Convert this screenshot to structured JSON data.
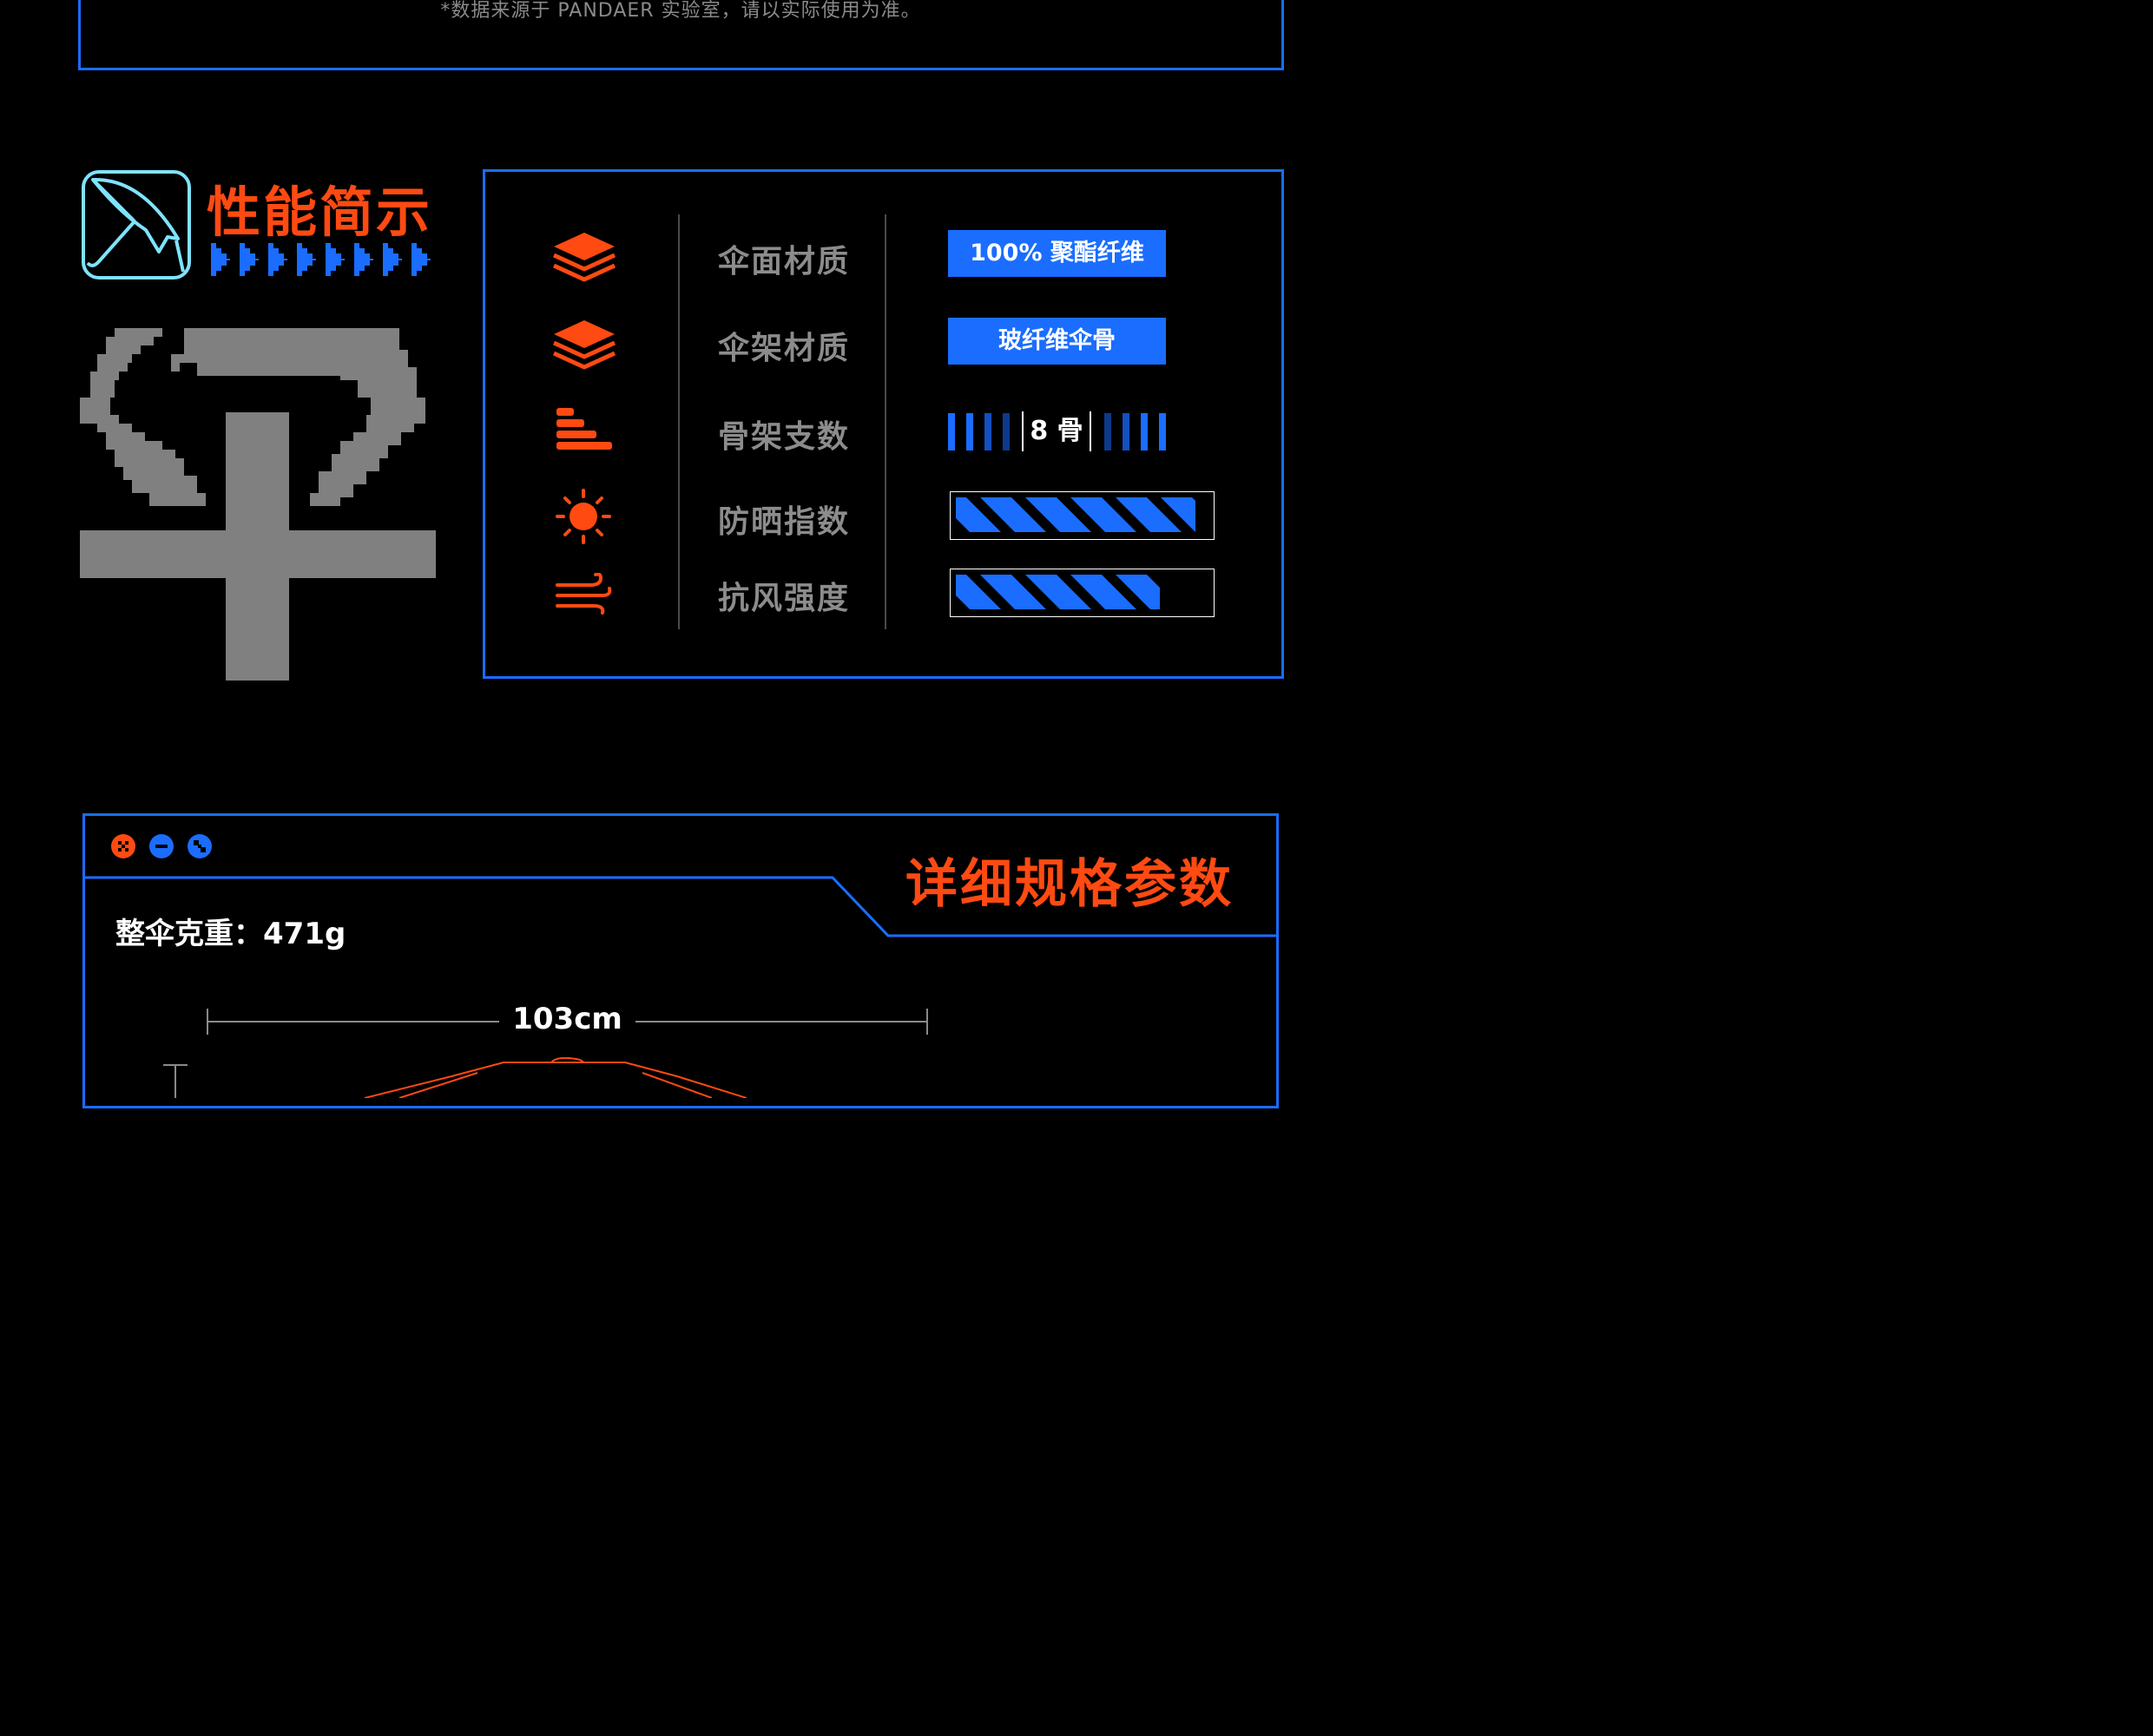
{
  "top_note": "*数据来源于 PANDAER 实验室，请以实际使用为准。",
  "performance": {
    "title": "性能简示",
    "rows": [
      {
        "label": "伞面材质",
        "value": "100% 聚酯纤维",
        "icon": "layers-icon"
      },
      {
        "label": "伞架材质",
        "value": "玻纤维伞骨",
        "icon": "layers-icon"
      },
      {
        "label": "骨架支数",
        "value": "8 骨",
        "icon": "bars-icon"
      },
      {
        "label": "防晒指数",
        "level": 1.0,
        "icon": "sun-icon"
      },
      {
        "label": "抗风强度",
        "level": 0.85,
        "icon": "wind-icon"
      }
    ]
  },
  "specs": {
    "title": "详细规格参数",
    "weight": "整伞克重：471g",
    "width": "103cm"
  },
  "colors": {
    "accent": "#ff4a12",
    "blue": "#1a6dff",
    "cyan": "#7fe3ff",
    "gray": "#808080"
  }
}
